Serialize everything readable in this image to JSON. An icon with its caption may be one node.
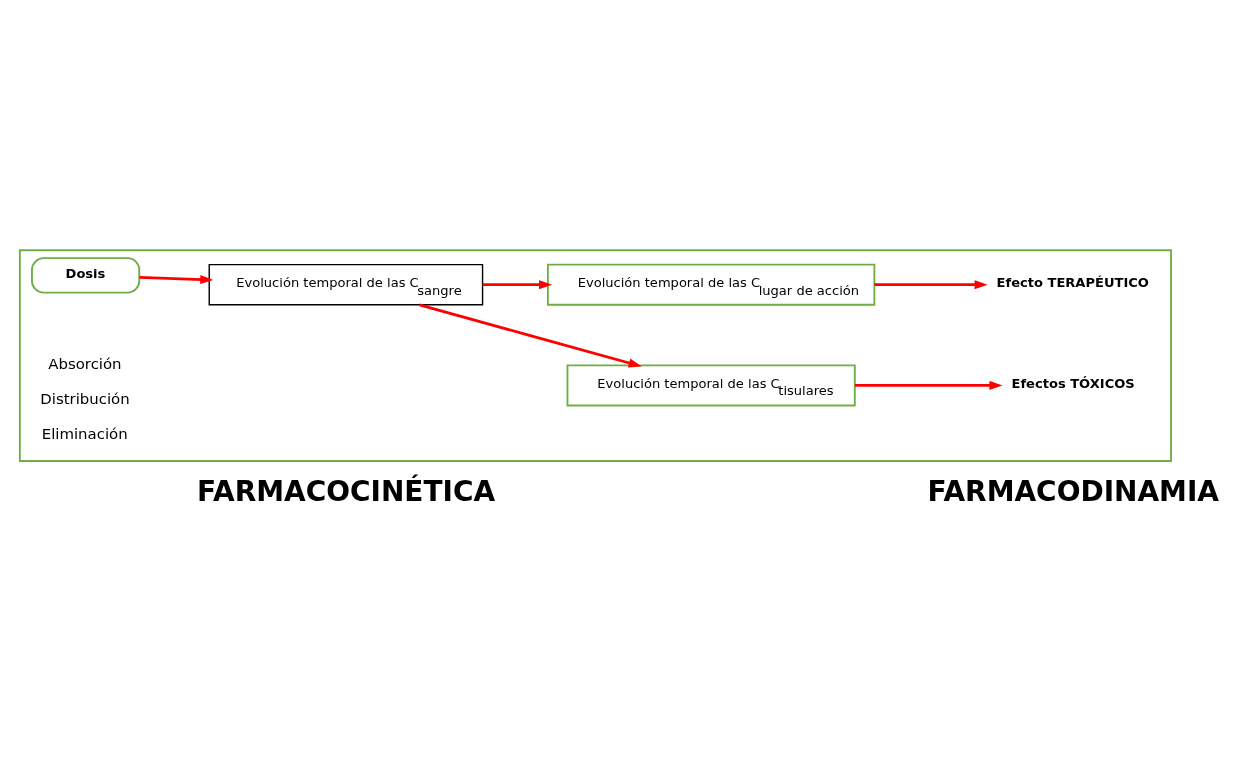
{
  "diagram": {
    "nodes": [
      {
        "text": [],
        "shape": "box"
      },
      {
        "text": [
          "Dosis"
        ],
        "in": 0
      },
      {
        "text": [
          "Evolución temporal de las C$_{sangre}$"
        ],
        "in": 0
      },
      {
        "text": [
          "Evolución temporal de las C$_{tisulares}$"
        ],
        "in": 0
      },
      {
        "text": [
          "Evolución temporal de las C$_{lugar de acción}$"
        ],
        "in": 0
      },
      {
        "text": [
          "Efectos TÓXICOS"
        ],
        "in": 0
      },
      {
        "text": [
          "Efecto TERAPÉUTICO"
        ],
        "in": 0
      }
    ],
    "edges": [
      {
        "from": 1,
        "to": 2,
        "arrow": "to"
      },
      {
        "from": 2,
        "to": 3,
        "arrow": "to"
      },
      {
        "from": 2,
        "to": 4,
        "arrow": "to"
      },
      {
        "from": 3,
        "to": 5,
        "arrow": "to"
      },
      {
        "from": 4,
        "to": 6,
        "arrow": "to"
      }
    ],
    "labels": [
      "Absorción",
      "Distribución",
      "Eliminación",
      "FARMACOCINÉTICA",
      "FARMACODINAMIA"
    ]
  }
}
